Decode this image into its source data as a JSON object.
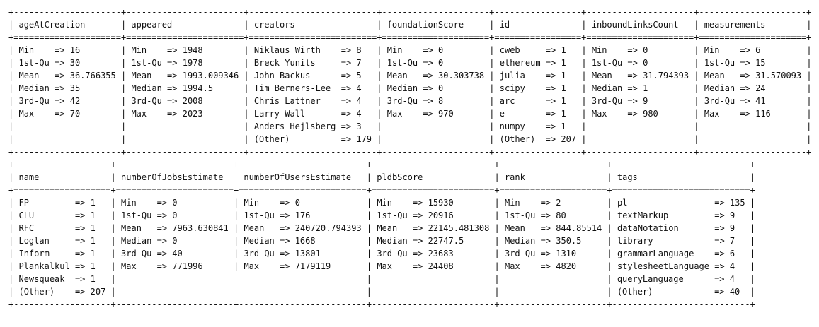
{
  "tables": [
    {
      "columns": [
        {
          "header": "ageAtCreation",
          "rows": [
            {
              "key": "Min",
              "value": "16"
            },
            {
              "key": "1st-Qu",
              "value": "30"
            },
            {
              "key": "Mean",
              "value": "36.766355"
            },
            {
              "key": "Median",
              "value": "35"
            },
            {
              "key": "3rd-Qu",
              "value": "42"
            },
            {
              "key": "Max",
              "value": "70"
            }
          ]
        },
        {
          "header": "appeared",
          "rows": [
            {
              "key": "Min",
              "value": "1948"
            },
            {
              "key": "1st-Qu",
              "value": "1978"
            },
            {
              "key": "Mean",
              "value": "1993.009346"
            },
            {
              "key": "Median",
              "value": "1994.5"
            },
            {
              "key": "3rd-Qu",
              "value": "2008"
            },
            {
              "key": "Max",
              "value": "2023"
            }
          ]
        },
        {
          "header": "creators",
          "rows": [
            {
              "key": "Niklaus Wirth",
              "value": "8"
            },
            {
              "key": "Breck Yunits",
              "value": "7"
            },
            {
              "key": "John Backus",
              "value": "5"
            },
            {
              "key": "Tim Berners-Lee",
              "value": "4"
            },
            {
              "key": "Chris Lattner",
              "value": "4"
            },
            {
              "key": "Larry Wall",
              "value": "4"
            },
            {
              "key": "Anders Hejlsberg",
              "value": "3"
            },
            {
              "key": "(Other)",
              "value": "179"
            }
          ]
        },
        {
          "header": "foundationScore",
          "rows": [
            {
              "key": "Min",
              "value": "0"
            },
            {
              "key": "1st-Qu",
              "value": "0"
            },
            {
              "key": "Mean",
              "value": "30.303738"
            },
            {
              "key": "Median",
              "value": "0"
            },
            {
              "key": "3rd-Qu",
              "value": "8"
            },
            {
              "key": "Max",
              "value": "970"
            }
          ]
        },
        {
          "header": "id",
          "rows": [
            {
              "key": "cweb",
              "value": "1"
            },
            {
              "key": "ethereum",
              "value": "1"
            },
            {
              "key": "julia",
              "value": "1"
            },
            {
              "key": "scipy",
              "value": "1"
            },
            {
              "key": "arc",
              "value": "1"
            },
            {
              "key": "e",
              "value": "1"
            },
            {
              "key": "numpy",
              "value": "1"
            },
            {
              "key": "(Other)",
              "value": "207"
            }
          ]
        },
        {
          "header": "inboundLinksCount",
          "rows": [
            {
              "key": "Min",
              "value": "0"
            },
            {
              "key": "1st-Qu",
              "value": "0"
            },
            {
              "key": "Mean",
              "value": "31.794393"
            },
            {
              "key": "Median",
              "value": "1"
            },
            {
              "key": "3rd-Qu",
              "value": "9"
            },
            {
              "key": "Max",
              "value": "980"
            }
          ]
        },
        {
          "header": "measurements",
          "rows": [
            {
              "key": "Min",
              "value": "6"
            },
            {
              "key": "1st-Qu",
              "value": "15"
            },
            {
              "key": "Mean",
              "value": "31.570093"
            },
            {
              "key": "Median",
              "value": "24"
            },
            {
              "key": "3rd-Qu",
              "value": "41"
            },
            {
              "key": "Max",
              "value": "116"
            }
          ]
        }
      ]
    },
    {
      "columns": [
        {
          "header": "name",
          "rows": [
            {
              "key": "FP",
              "value": "1"
            },
            {
              "key": "CLU",
              "value": "1"
            },
            {
              "key": "RFC",
              "value": "1"
            },
            {
              "key": "Loglan",
              "value": "1"
            },
            {
              "key": "Inform",
              "value": "1"
            },
            {
              "key": "Plankalkul",
              "value": "1"
            },
            {
              "key": "Newsqueak",
              "value": "1"
            },
            {
              "key": "(Other)",
              "value": "207"
            }
          ]
        },
        {
          "header": "numberOfJobsEstimate",
          "rows": [
            {
              "key": "Min",
              "value": "0"
            },
            {
              "key": "1st-Qu",
              "value": "0"
            },
            {
              "key": "Mean",
              "value": "7963.630841"
            },
            {
              "key": "Median",
              "value": "0"
            },
            {
              "key": "3rd-Qu",
              "value": "40"
            },
            {
              "key": "Max",
              "value": "771996"
            }
          ]
        },
        {
          "header": "numberOfUsersEstimate",
          "rows": [
            {
              "key": "Min",
              "value": "0"
            },
            {
              "key": "1st-Qu",
              "value": "176"
            },
            {
              "key": "Mean",
              "value": "240720.794393"
            },
            {
              "key": "Median",
              "value": "1668"
            },
            {
              "key": "3rd-Qu",
              "value": "13801"
            },
            {
              "key": "Max",
              "value": "7179119"
            }
          ]
        },
        {
          "header": "pldbScore",
          "rows": [
            {
              "key": "Min",
              "value": "15930"
            },
            {
              "key": "1st-Qu",
              "value": "20916"
            },
            {
              "key": "Mean",
              "value": "22145.481308"
            },
            {
              "key": "Median",
              "value": "22747.5"
            },
            {
              "key": "3rd-Qu",
              "value": "23683"
            },
            {
              "key": "Max",
              "value": "24408"
            }
          ]
        },
        {
          "header": "rank",
          "rows": [
            {
              "key": "Min",
              "value": "2"
            },
            {
              "key": "1st-Qu",
              "value": "80"
            },
            {
              "key": "Mean",
              "value": "844.85514"
            },
            {
              "key": "Median",
              "value": "350.5"
            },
            {
              "key": "3rd-Qu",
              "value": "1310"
            },
            {
              "key": "Max",
              "value": "4820"
            }
          ]
        },
        {
          "header": "tags",
          "rows": [
            {
              "key": "pl",
              "value": "135"
            },
            {
              "key": "textMarkup",
              "value": "9"
            },
            {
              "key": "dataNotation",
              "value": "9"
            },
            {
              "key": "library",
              "value": "7"
            },
            {
              "key": "grammarLanguage",
              "value": "6"
            },
            {
              "key": "stylesheetLanguage",
              "value": "4"
            },
            {
              "key": "queryLanguage",
              "value": "4"
            },
            {
              "key": "(Other)",
              "value": "40"
            }
          ]
        }
      ]
    }
  ]
}
